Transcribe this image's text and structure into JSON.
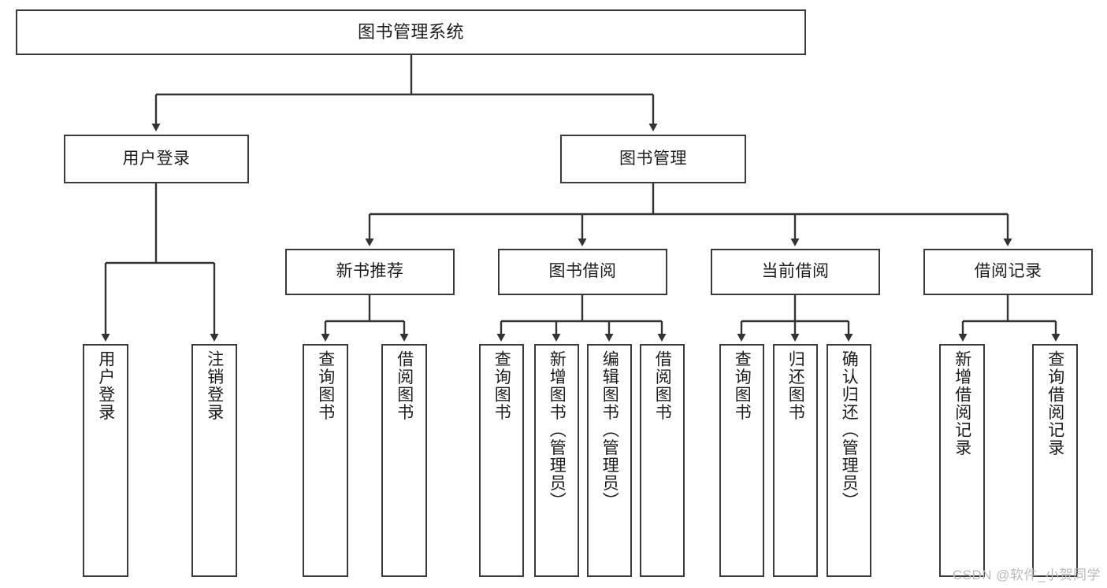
{
  "diagram": {
    "title": "图书管理系统",
    "watermark": "CSDN @软件_小贺同学",
    "colors": {
      "background": "#ffffff",
      "node_border": "#3a3a3a",
      "node_fill": "#ffffff",
      "edge": "#333333",
      "text": "#1c1c1c",
      "watermark": "#b9b9b9"
    },
    "levels": {
      "root": "图书管理系统",
      "level1": [
        "用户登录",
        "图书管理"
      ],
      "level2": [
        "新书推荐",
        "图书借阅",
        "当前借阅",
        "借阅记录"
      ]
    },
    "nodes": {
      "root": {
        "label": "图书管理系统"
      },
      "user_login": {
        "label": "用户登录"
      },
      "book_manage": {
        "label": "图书管理"
      },
      "new_book_rec": {
        "label": "新书推荐"
      },
      "book_borrow": {
        "label": "图书借阅"
      },
      "current_borrow": {
        "label": "当前借阅"
      },
      "borrow_record": {
        "label": "借阅记录"
      },
      "leaf_user_login": {
        "label": "用户登录"
      },
      "leaf_logout": {
        "label": "注销登录"
      },
      "leaf_query_book_1": {
        "label": "查询图书"
      },
      "leaf_borrow_book_1": {
        "label": "借阅图书"
      },
      "leaf_query_book_2": {
        "label": "查询图书"
      },
      "leaf_add_book": {
        "label": "新增图书（管理员）"
      },
      "leaf_edit_book": {
        "label": "编辑图书（管理员）"
      },
      "leaf_borrow_book_2": {
        "label": "借阅图书"
      },
      "leaf_query_book_3": {
        "label": "查询图书"
      },
      "leaf_return_book": {
        "label": "归还图书"
      },
      "leaf_confirm_return": {
        "label": "确认归还（管理员）"
      },
      "leaf_add_record": {
        "label": "新增借阅记录"
      },
      "leaf_query_record": {
        "label": "查询借阅记录"
      }
    },
    "tree": {
      "name": "图书管理系统",
      "children": [
        {
          "name": "用户登录",
          "children": [
            {
              "name": "用户登录"
            },
            {
              "name": "注销登录"
            }
          ]
        },
        {
          "name": "图书管理",
          "children": [
            {
              "name": "新书推荐",
              "children": [
                {
                  "name": "查询图书"
                },
                {
                  "name": "借阅图书"
                }
              ]
            },
            {
              "name": "图书借阅",
              "children": [
                {
                  "name": "查询图书"
                },
                {
                  "name": "新增图书（管理员）"
                },
                {
                  "name": "编辑图书（管理员）"
                },
                {
                  "name": "借阅图书"
                }
              ]
            },
            {
              "name": "当前借阅",
              "children": [
                {
                  "name": "查询图书"
                },
                {
                  "name": "归还图书"
                },
                {
                  "name": "确认归还（管理员）"
                }
              ]
            },
            {
              "name": "借阅记录",
              "children": [
                {
                  "name": "新增借阅记录"
                },
                {
                  "name": "查询借阅记录"
                }
              ]
            }
          ]
        }
      ]
    }
  }
}
